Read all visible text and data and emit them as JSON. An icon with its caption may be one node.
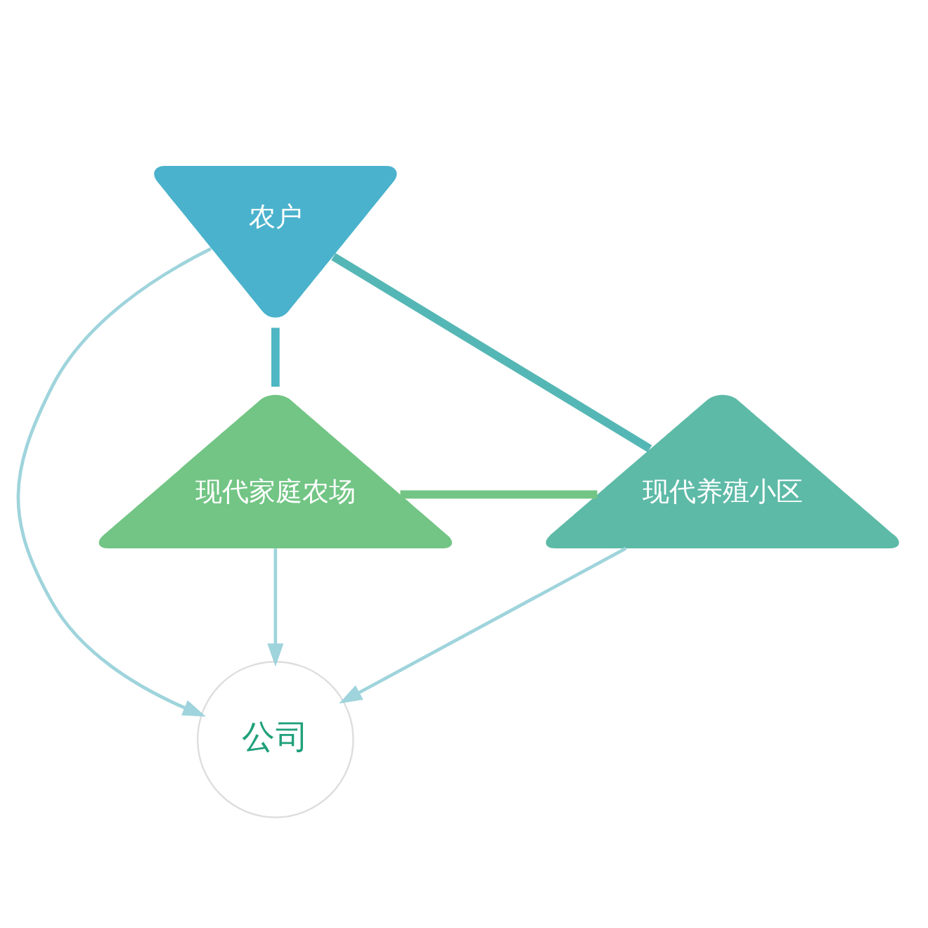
{
  "diagram": {
    "nodes": [
      {
        "text": [
          "农户"
        ]
      },
      {
        "text": [
          "公司"
        ]
      },
      {
        "text": [
          "现代家庭农场"
        ]
      },
      {
        "text": [
          "现代养殖小区"
        ]
      }
    ],
    "edges": [
      {
        "from": 0,
        "to": 1,
        "arrow": "to"
      },
      {
        "from": 2,
        "to": 1,
        "arrow": "to"
      },
      {
        "from": 3,
        "to": 1,
        "arrow": "to"
      },
      {
        "from": 0,
        "to": 2,
        "arrow": "none",
        "style": "thick",
        "color": "#4fb6c3"
      },
      {
        "from": 0,
        "to": 3,
        "arrow": "none",
        "style": "thick",
        "color": "#55b7b5"
      },
      {
        "from": 2,
        "to": 3,
        "arrow": "none",
        "style": "thick",
        "color": "#72c584"
      }
    ]
  }
}
